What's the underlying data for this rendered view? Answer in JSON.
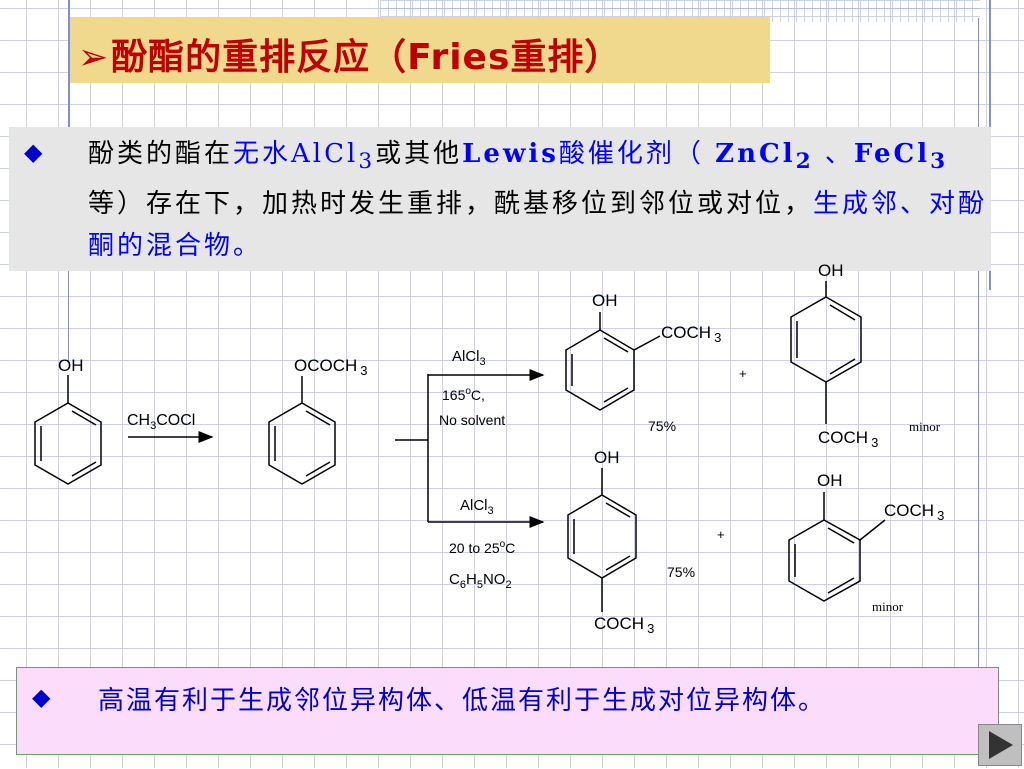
{
  "slide": {
    "title_arrow": "➢",
    "title": "酚酯的重排反应（Fries重排）",
    "desc": {
      "bullet": "◆",
      "p1": "酚类的酯在",
      "p2": "无水AlCl",
      "p2_sub": "3",
      "p3": "或其他",
      "p4": "Lewis",
      "p5": "酸催化剂（ ",
      "p6": "ZnCl",
      "p6_sub": "2",
      "p7": " 、",
      "p8": "FeCl",
      "p8_sub": "3",
      "p9": "等）存在下，加热时发生重排，酰基移位到邻位或对位，",
      "p10": "生成邻、对酚酮的混合物。"
    },
    "note": {
      "bullet": "◆",
      "text": "高温有利于生成邻位异构体、低温有利于生成对位异构体。"
    }
  },
  "scheme": {
    "phenol_oh": "OH",
    "reagent1": "CH",
    "reagent1_sub": "3",
    "reagent1_rest": "COCl",
    "ester_label": "OCOCH",
    "ester_sub": "3",
    "upper": {
      "catalyst": "AlCl",
      "catalyst_sub": "3",
      "temp": "165",
      "temp_sup": "o",
      "temp_unit": "C,",
      "solvent": "No solvent",
      "major_oh": "OH",
      "major_acyl": "COCH",
      "major_acyl_sub": "3",
      "major_yield": "75%",
      "plus": "+",
      "minor_oh": "OH",
      "minor_acyl": "COCH",
      "minor_acyl_sub": "3",
      "minor_label": "minor"
    },
    "lower": {
      "catalyst": "AlCl",
      "catalyst_sub": "3",
      "temp_range": "20 to 25",
      "temp_sup": "o",
      "temp_unit": "C",
      "solvent_parts": [
        "C",
        "6",
        "H",
        "5",
        "NO",
        "2"
      ],
      "major_oh": "OH",
      "major_acyl": "COCH",
      "major_acyl_sub": "3",
      "major_yield": "75%",
      "plus": "+",
      "minor_oh": "OH",
      "minor_acyl": "COCH",
      "minor_acyl_sub": "3",
      "minor_label": "minor"
    }
  },
  "nav": {
    "next_icon": "play-triangle-icon"
  },
  "colors": {
    "title": "#c00000",
    "accent_blue": "#0000ff",
    "title_bg": "#f0d98c",
    "desc_bg": "#e6e6e6",
    "note_bg": "#fbdcfb"
  }
}
